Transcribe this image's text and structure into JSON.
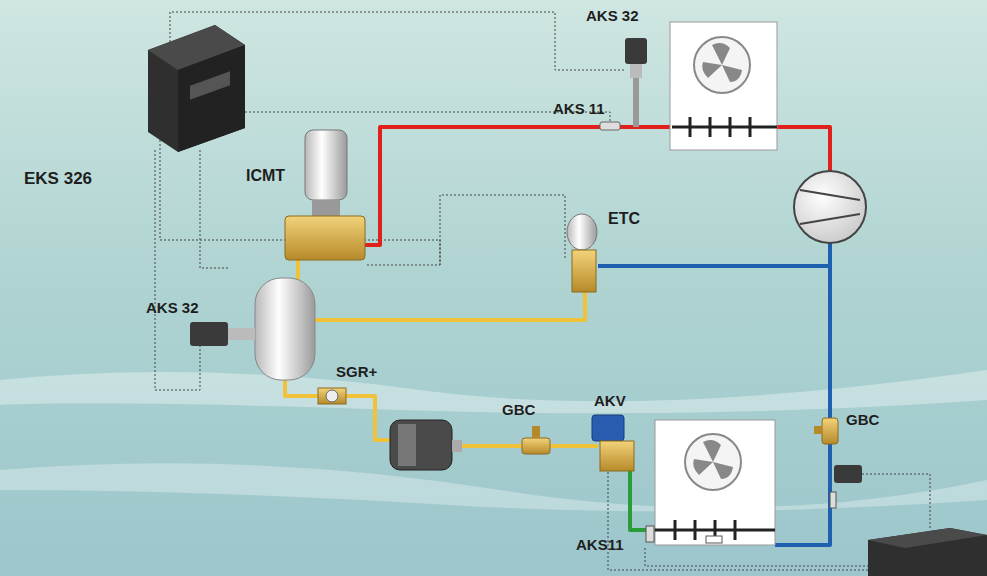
{
  "diagram": {
    "labels": [
      "EKS 326",
      "AKS 32",
      "AKS 11",
      "ICMT",
      "ETC",
      "AKS 32",
      "SGR+",
      "GBC",
      "AKV",
      "GBC",
      "AKS11"
    ]
  }
}
